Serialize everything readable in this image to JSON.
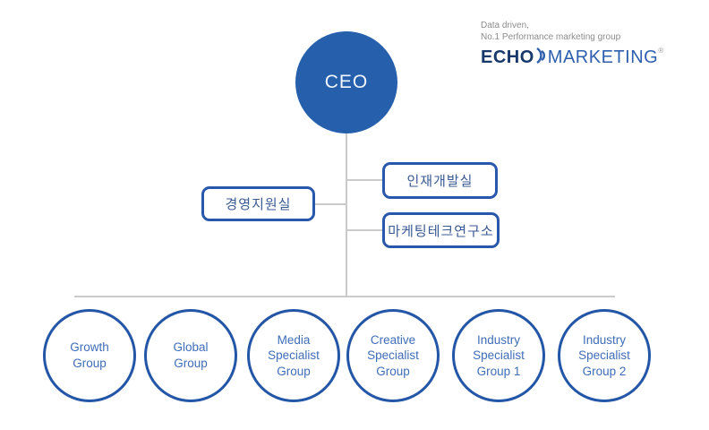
{
  "header": {
    "tagline": [
      "Data driven,",
      "No.1 Performance marketing group"
    ],
    "brand": {
      "echo": "ECHO",
      "marketing": "MARKETING",
      "registered_mark": "®",
      "wave_icon": "sound-wave-icon"
    }
  },
  "chart": {
    "ceo_label": "CEO",
    "staff": {
      "left": "경영지원실",
      "right_top": "인재개발실",
      "right_bottom": "마케팅테크연구소"
    },
    "groups": [
      {
        "label": "Growth\nGroup"
      },
      {
        "label": "Global\nGroup"
      },
      {
        "label": "Media\nSpecialist\nGroup"
      },
      {
        "label": "Creative\nSpecialist\nGroup"
      },
      {
        "label": "Industry\nSpecialist\nGroup 1"
      },
      {
        "label": "Industry\nSpecialist\nGroup 2"
      }
    ]
  },
  "colors": {
    "ceo_fill": "#2660ad",
    "box_border": "#2857ab",
    "box_text": "#3a5a94",
    "circle_border": "#2456a7",
    "circle_text": "#3f6db8",
    "connector_gray": "#cbcbcb",
    "brand_navy": "#16386b",
    "brand_blue": "#2d5fae",
    "tagline_gray": "#8c8c8c"
  }
}
